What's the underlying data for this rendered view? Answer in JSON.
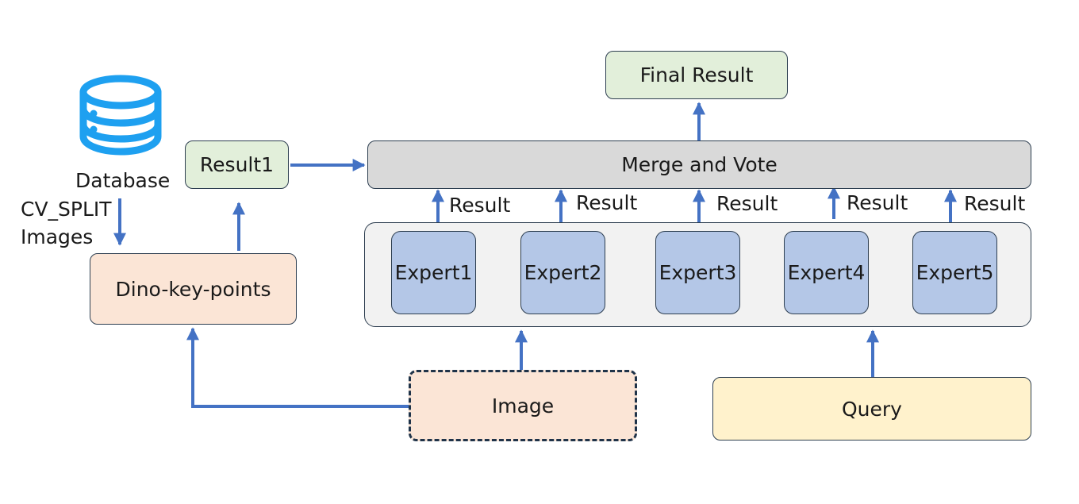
{
  "nodes": {
    "final_result": "Final Result",
    "merge_vote": "Merge and Vote",
    "result1": "Result1",
    "database": "Database",
    "dino": "Dino-key-points",
    "image": "Image",
    "query": "Query"
  },
  "experts": [
    "Expert1",
    "Expert2",
    "Expert3",
    "Expert4",
    "Expert5"
  ],
  "result_labels": [
    "Result",
    "Result",
    "Result",
    "Result",
    "Result"
  ],
  "edge_labels": {
    "cv_split": "CV_SPLIT",
    "images": "Images"
  },
  "colors": {
    "arrow": "#4472c4",
    "database_icon": "#1ea0f0",
    "box_green": "#e2efda",
    "box_grey": "#d9d9d9",
    "box_peach": "#fbe5d6",
    "box_yellow": "#fff2cc",
    "expert_blue": "#b4c7e7",
    "panel": "#f2f2f2"
  }
}
